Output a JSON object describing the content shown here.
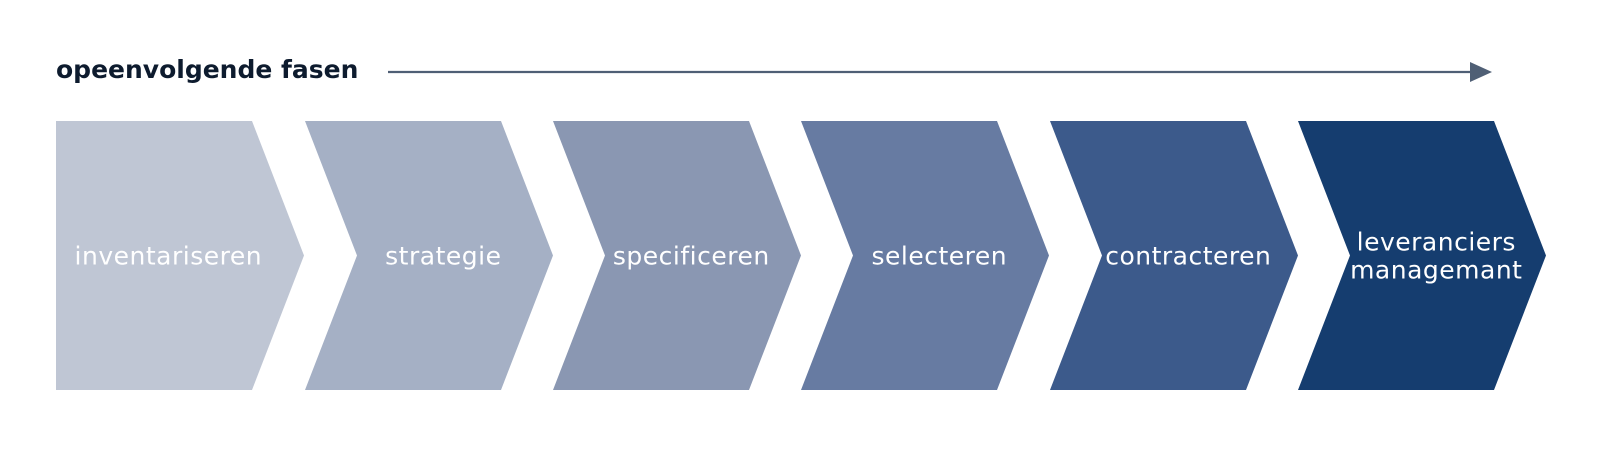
{
  "header": {
    "label": "opeenvolgende fasen"
  },
  "phases": [
    {
      "lines": [
        "inventariseren"
      ],
      "color": "#bfc6d4"
    },
    {
      "lines": [
        "strategie"
      ],
      "color": "#a5b0c5"
    },
    {
      "lines": [
        "specificeren"
      ],
      "color": "#8a97b2"
    },
    {
      "lines": [
        "selecteren"
      ],
      "color": "#677ba2"
    },
    {
      "lines": [
        "contracteren"
      ],
      "color": "#3c5a8b"
    },
    {
      "lines": [
        "leveranciers",
        "managemant"
      ],
      "color": "#153d6f"
    }
  ],
  "colors": {
    "header_text": "#0d1b2e",
    "arrow": "#4f5f75",
    "label_text": "#ffffff"
  }
}
